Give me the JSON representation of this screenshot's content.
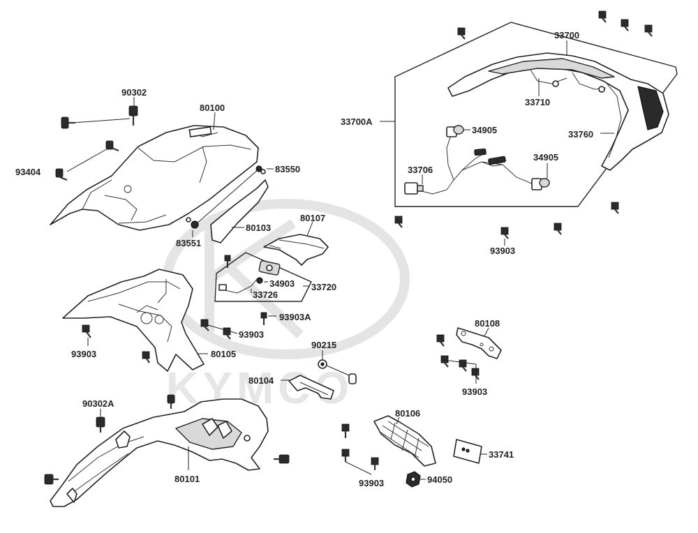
{
  "watermark": {
    "brand": "KYMCO"
  },
  "labels": {
    "p90302": "90302",
    "p93404": "93404",
    "p80100": "80100",
    "p83550": "83550",
    "p83551": "83551",
    "p80103": "80103",
    "p80107": "80107",
    "p34903": "34903",
    "p33726": "33726",
    "p33720": "33720",
    "p93903A": "93903A",
    "p93903_a": "93903",
    "p93903_b": "93903",
    "p80105": "80105",
    "p90215": "90215",
    "p80104": "80104",
    "p90302A": "90302A",
    "p80101": "80101",
    "p80106": "80106",
    "p93903_c": "93903",
    "p94050": "94050",
    "p33741": "33741",
    "p80108": "80108",
    "p93903_d": "93903",
    "p33700": "33700",
    "p33710": "33710",
    "p33700A": "33700A",
    "p34905_a": "34905",
    "p34905_b": "34905",
    "p33760": "33760",
    "p33706": "33706",
    "p93903_e": "93903"
  }
}
